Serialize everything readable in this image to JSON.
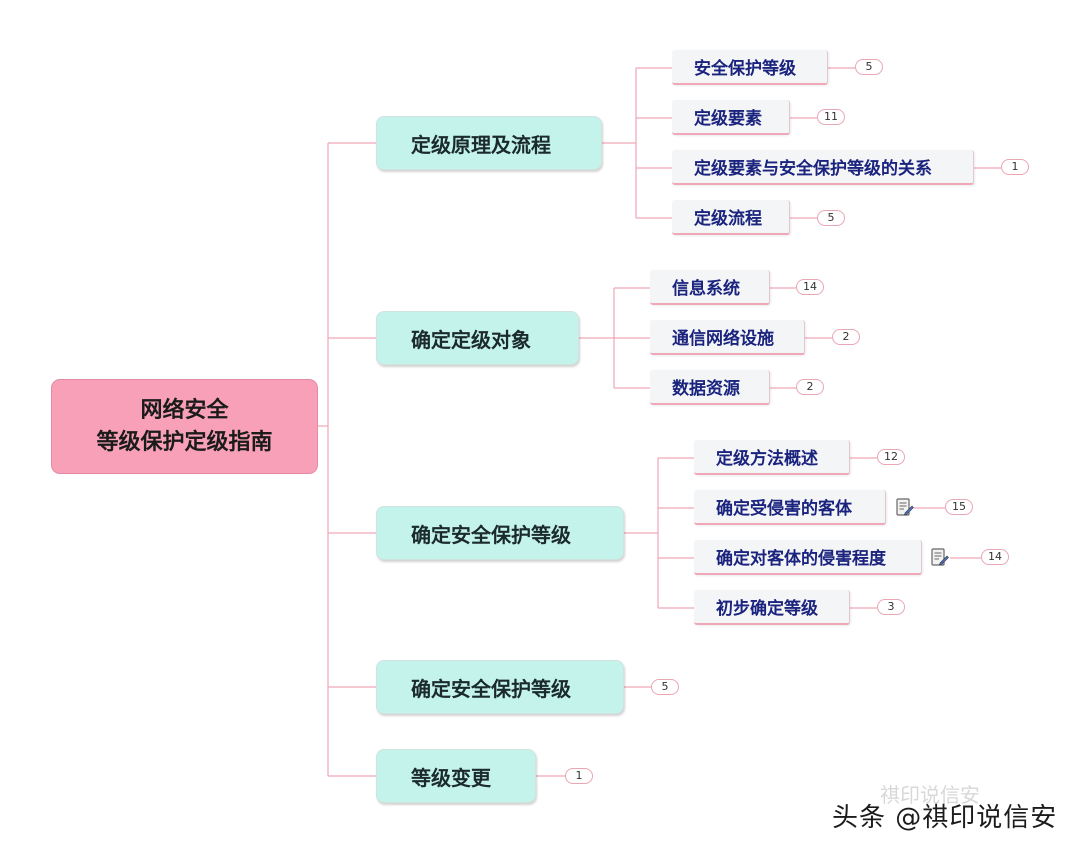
{
  "mindmap": {
    "root": {
      "line1": "网络安全",
      "line2": "等级保护定级指南"
    },
    "branches": [
      {
        "label": "定级原理及流程",
        "children": [
          {
            "label": "安全保护等级",
            "count": "5"
          },
          {
            "label": "定级要素",
            "count": "11"
          },
          {
            "label": "定级要素与安全保护等级的关系",
            "count": "1"
          },
          {
            "label": "定级流程",
            "count": "5"
          }
        ]
      },
      {
        "label": "确定定级对象",
        "children": [
          {
            "label": "信息系统",
            "count": "14"
          },
          {
            "label": "通信网络设施",
            "count": "2"
          },
          {
            "label": "数据资源",
            "count": "2"
          }
        ]
      },
      {
        "label": "确定安全保护等级",
        "children": [
          {
            "label": "定级方法概述",
            "count": "12"
          },
          {
            "label": "确定受侵害的客体",
            "count": "15",
            "icon": "note-icon"
          },
          {
            "label": "确定对客体的侵害程度",
            "count": "14",
            "icon": "note-icon"
          },
          {
            "label": "初步确定等级",
            "count": "3"
          }
        ]
      },
      {
        "label": "确定安全保护等级",
        "count": "5"
      },
      {
        "label": "等级变更",
        "count": "1"
      }
    ]
  },
  "watermark": {
    "text": "头条 @祺印说信安",
    "ghost_text": "祺印说信安"
  },
  "colors": {
    "root_fill": "#f7a0b8",
    "branch_fill": "#c4f3ec",
    "line": "#f0a7b8",
    "leaf_text": "#1a237e"
  }
}
